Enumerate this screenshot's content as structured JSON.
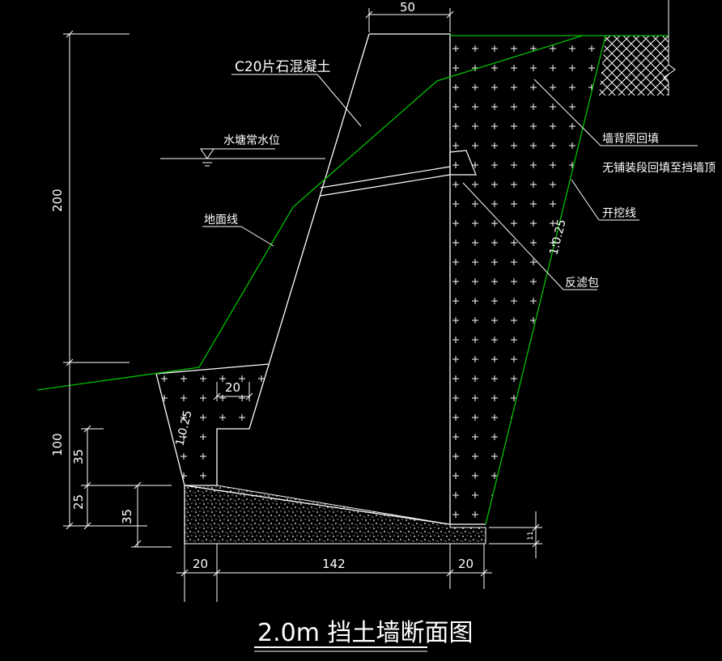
{
  "drawing": {
    "title": "2.0m 挡土墙断面图",
    "labels": {
      "material": "C20片石混凝土",
      "water_level": "水塘常水位",
      "ground_line": "地面线",
      "backfill_line1": "墙背原回填",
      "backfill_line2": "无铺装段回填至挡墙顶",
      "excavation_line": "开挖线",
      "filter_bag": "反滤包",
      "slope_back": "1:0.25",
      "slope_toe": "1:0.25"
    },
    "dimensions": {
      "top_width": "50",
      "wall_height": "200",
      "base_height": "100",
      "toe_step_width": "20",
      "toe_h1": "35",
      "toe_h2": "25",
      "base_right_h": "35",
      "bottom_left": "20",
      "bottom_mid": "142",
      "bottom_right": "20",
      "small_right": "11"
    }
  },
  "colors": {
    "background": "#000000",
    "lines": "#ffffff",
    "ground_excavation": "#00c000"
  }
}
